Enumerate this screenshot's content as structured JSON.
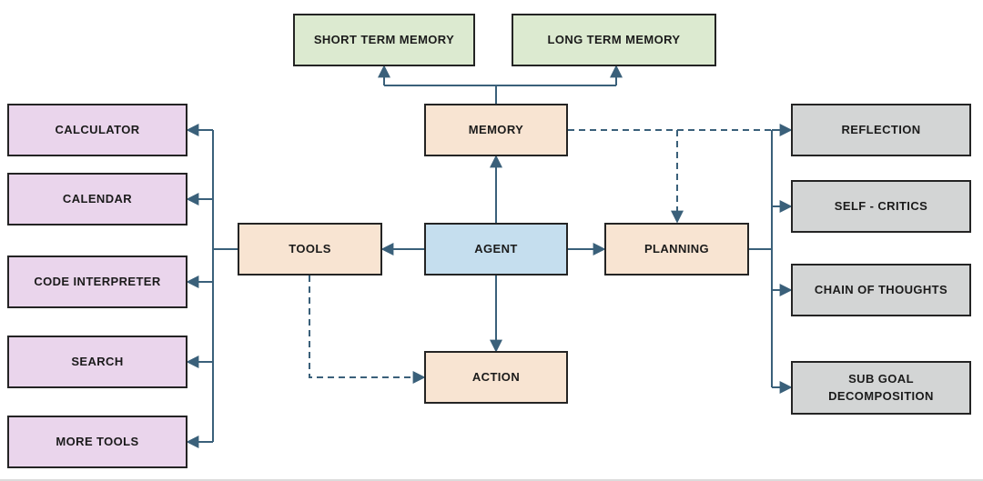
{
  "palette": {
    "background": "#ffffff",
    "connector": "#3a607a",
    "border": "#242424",
    "text": "#1b1b1b",
    "green": "#dcead0",
    "peach": "#f8e4d2",
    "blue": "#c5deee",
    "purple": "#ead5ec",
    "gray": "#d3d5d5"
  },
  "nodes": {
    "short_term_memory": {
      "label": "SHORT TERM MEMORY",
      "color": "green"
    },
    "long_term_memory": {
      "label": "LONG TERM MEMORY",
      "color": "green"
    },
    "memory": {
      "label": "MEMORY",
      "color": "peach"
    },
    "agent": {
      "label": "AGENT",
      "color": "blue"
    },
    "tools": {
      "label": "TOOLS",
      "color": "peach"
    },
    "planning": {
      "label": "PLANNING",
      "color": "peach"
    },
    "action": {
      "label": "ACTION",
      "color": "peach"
    },
    "calculator": {
      "label": "CALCULATOR",
      "color": "purple"
    },
    "calendar": {
      "label": "CALENDAR",
      "color": "purple"
    },
    "code_interpreter": {
      "label": "CODE INTERPRETER",
      "color": "purple"
    },
    "search": {
      "label": "SEARCH",
      "color": "purple"
    },
    "more_tools": {
      "label": "MORE TOOLS",
      "color": "purple"
    },
    "reflection": {
      "label": "REFLECTION",
      "color": "gray"
    },
    "self_critics": {
      "label": "SELF - CRITICS",
      "color": "gray"
    },
    "chain_of_thoughts": {
      "label": "CHAIN OF THOUGHTS",
      "color": "gray"
    },
    "sub_goal_decomposition": {
      "label": "SUB GOAL DECOMPOSITION",
      "color": "gray"
    }
  },
  "edges": [
    {
      "from": "memory",
      "to": "short_term_memory",
      "style": "solid"
    },
    {
      "from": "memory",
      "to": "long_term_memory",
      "style": "solid"
    },
    {
      "from": "agent",
      "to": "memory",
      "style": "solid"
    },
    {
      "from": "agent",
      "to": "tools",
      "style": "solid"
    },
    {
      "from": "agent",
      "to": "planning",
      "style": "solid"
    },
    {
      "from": "agent",
      "to": "action",
      "style": "solid"
    },
    {
      "from": "tools",
      "to": "calculator",
      "style": "solid"
    },
    {
      "from": "tools",
      "to": "calendar",
      "style": "solid"
    },
    {
      "from": "tools",
      "to": "code_interpreter",
      "style": "solid"
    },
    {
      "from": "tools",
      "to": "search",
      "style": "solid"
    },
    {
      "from": "tools",
      "to": "more_tools",
      "style": "solid"
    },
    {
      "from": "planning",
      "to": "reflection",
      "style": "solid"
    },
    {
      "from": "planning",
      "to": "self_critics",
      "style": "solid"
    },
    {
      "from": "planning",
      "to": "chain_of_thoughts",
      "style": "solid"
    },
    {
      "from": "planning",
      "to": "sub_goal_decomposition",
      "style": "solid"
    },
    {
      "from": "memory",
      "to": "planning",
      "style": "dashed"
    },
    {
      "from": "memory",
      "to": "reflection",
      "style": "dashed"
    },
    {
      "from": "tools",
      "to": "action",
      "style": "dashed"
    }
  ]
}
